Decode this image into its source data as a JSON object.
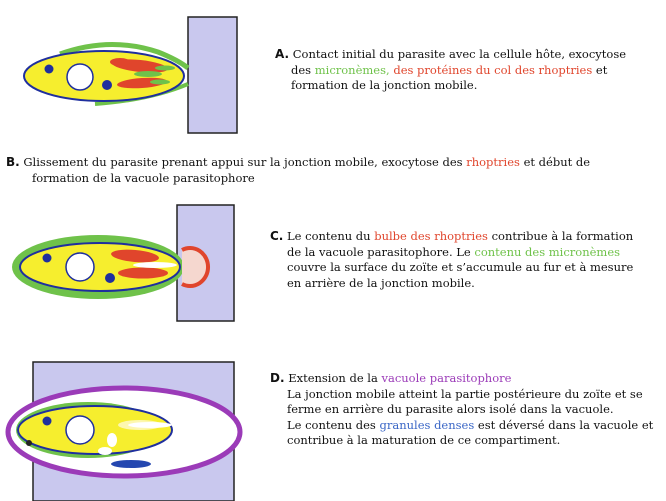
{
  "colors": {
    "host_cell": "#c9c8ee",
    "parasite_body": "#f6ee2e",
    "micronemes": "#6fc24a",
    "rhoptries": "#e0452c",
    "vacuole": "#9b3bb8",
    "nucleus_dots": "#1f2f9e",
    "dense_granules": "#2447b0"
  },
  "panel_a": {
    "letter": "A.",
    "line1_prefix": "Contact initial du parasite avec la cellule hôte, exocytose",
    "line2_prefix": "des ",
    "line2_green": "micronèmes,",
    "line2_red": "des protéines du col des rhoptries",
    "line2_suffix": " et",
    "line3": "formation de la jonction mobile."
  },
  "panel_b": {
    "letter": "B.",
    "line1_prefix": "Glissement du parasite prenant appui sur la jonction mobile,  exocytose des ",
    "line1_red": "rhoptries",
    "line1_suffix": " et    début de",
    "line2": "formation de la vacuole parasitophore"
  },
  "panel_c": {
    "letter": "C.",
    "line1_prefix": "Le contenu du ",
    "line1_red": "bulbe des rhoptries",
    "line1_suffix": " contribue à la formation",
    "line2_prefix": "de la vacuole parasitophore. Le ",
    "line2_green": "contenu des micronèmes",
    "line3": "couvre la surface du zoïte et s’accumule au fur et à mesure",
    "line4": "en arrière de la jonction mobile."
  },
  "panel_d": {
    "letter": "D.",
    "line1_prefix": "Extension de la ",
    "line1_purple": "vacuole parasitophore",
    "line2": "La jonction mobile atteint la partie postérieure du zoïte et se",
    "line3": "ferme en arrière du parasite alors isolé dans la vacuole.",
    "line4_prefix": "Le contenu des ",
    "line4_blue": "granules denses",
    "line4_suffix": " est déversé dans la vacuole et",
    "line5": "contribue à la maturation de ce compartiment."
  }
}
